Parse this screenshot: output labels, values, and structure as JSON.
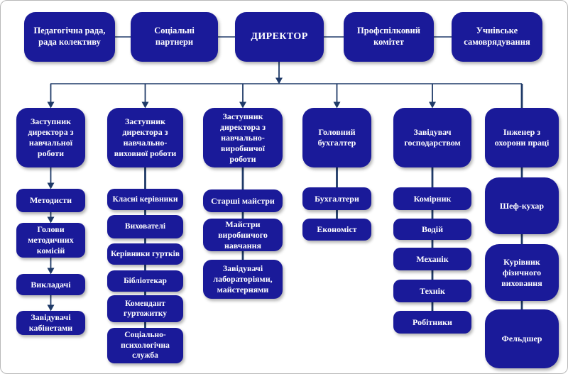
{
  "diagram": {
    "title": "School organizational structure chart",
    "colors": {
      "box_fill": "#1a1a99",
      "box_text": "#ffffff",
      "connector": "#1f3a68",
      "canvas_border": "#b9b9b9"
    },
    "top_row": [
      "Педагогічна рада, рада колективу",
      "Соціальні партнери",
      "ДИРЕКТОР",
      "Профспілковий комітет",
      "Учнівське самоврядування"
    ],
    "columns": [
      {
        "head": "Заступник директора з навчальної роботи",
        "children": [
          "Методисти",
          "Голови методичних комісій",
          "Викладачі",
          "Завідувачі кабінетами"
        ]
      },
      {
        "head": "Заступник директора з навчально-виховної роботи",
        "children": [
          "Класні керівники",
          "Вихователі",
          "Керівники гуртків",
          "Бібліотекар",
          "Комендант гуртожитку",
          "Соціально-психологічна служба"
        ]
      },
      {
        "head": "Заступник директора з навчально-виробничої роботи",
        "children": [
          "Старші майстри",
          "Майстри виробничого навчання",
          "Завідувачі лабораторіями, майстернями"
        ]
      },
      {
        "head": "Головний бухгалтер",
        "children": [
          "Бухгалтери",
          "Економіст"
        ]
      },
      {
        "head": "Завідувач господарством",
        "children": [
          "Комірник",
          "Водій",
          "Механік",
          "Технік",
          "Робітники"
        ]
      },
      {
        "head": "Інженер з охорони праці",
        "children": [
          "Шеф-кухар",
          "Курівник фізичного виховання",
          "Фельдшер"
        ]
      }
    ]
  }
}
